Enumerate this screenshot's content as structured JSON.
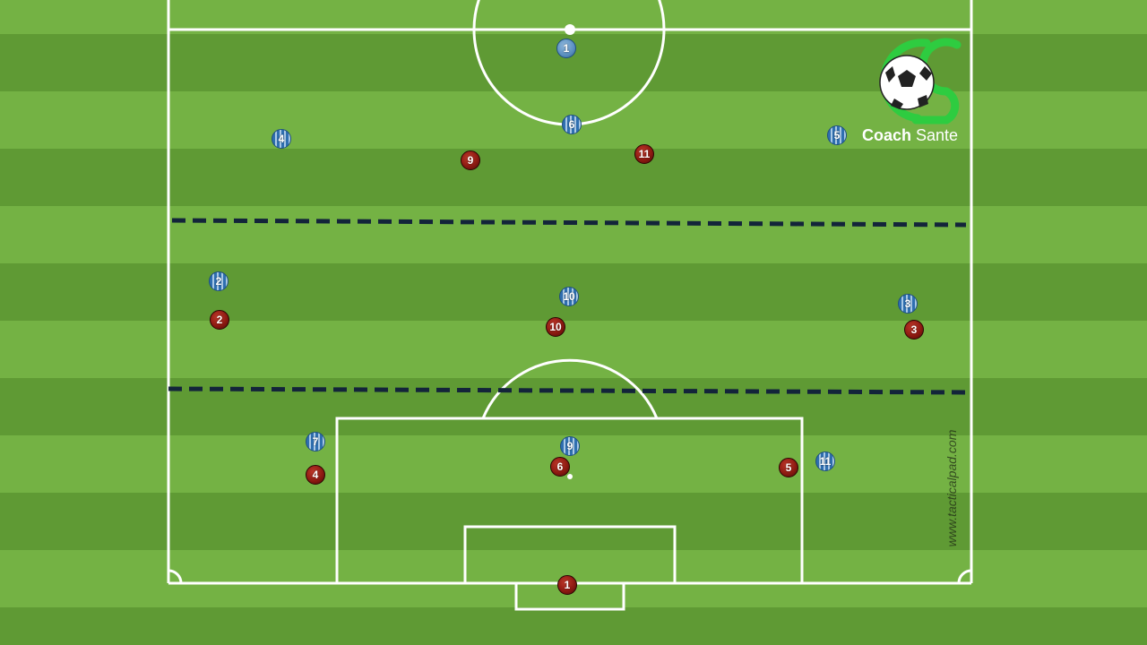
{
  "brand": {
    "name_bold": "Coach",
    "name_regular": "Sante",
    "color": "#2ecc40"
  },
  "watermark": "www.tacticalpad.com",
  "colors": {
    "grass_light": "#74b244",
    "grass_dark": "#5f9a34",
    "lines": "#ffffff",
    "zone_lines": "#13243a",
    "team_blue": "#2f6fb0",
    "team_red": "#9b1f15"
  },
  "zone_dividers": {
    "count": 2,
    "style": "dashed"
  },
  "team_blue": {
    "players": [
      {
        "number": "1",
        "role": "goalkeeper"
      },
      {
        "number": "4"
      },
      {
        "number": "6"
      },
      {
        "number": "5"
      },
      {
        "number": "2"
      },
      {
        "number": "10"
      },
      {
        "number": "3"
      },
      {
        "number": "7"
      },
      {
        "number": "9"
      },
      {
        "number": "11"
      }
    ]
  },
  "team_red": {
    "players": [
      {
        "number": "9"
      },
      {
        "number": "11"
      },
      {
        "number": "2"
      },
      {
        "number": "10"
      },
      {
        "number": "3"
      },
      {
        "number": "4"
      },
      {
        "number": "6"
      },
      {
        "number": "5"
      },
      {
        "number": "1",
        "role": "goalkeeper"
      }
    ]
  }
}
